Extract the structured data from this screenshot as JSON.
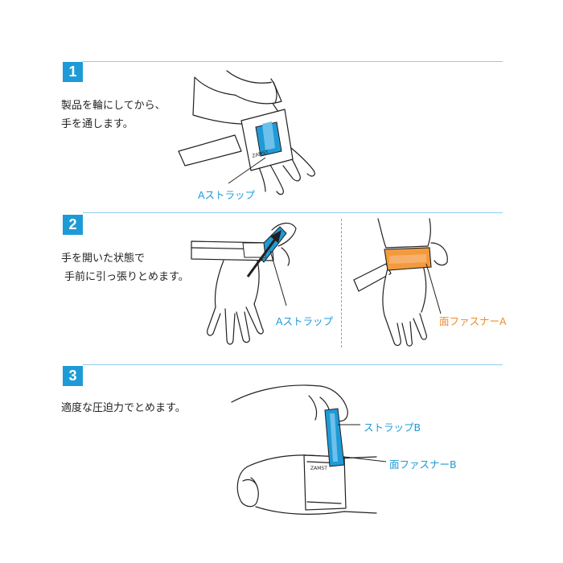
{
  "colors": {
    "accent": "#1e9bd7",
    "fastener": "#ef8a2b",
    "line": "#8fcdee"
  },
  "steps": [
    {
      "number": "1",
      "lines": [
        "製品を輪にしてから、",
        "手を通します。"
      ]
    },
    {
      "number": "2",
      "lines": [
        "手を開いた状態で",
        "手前に引っ張りとめます。"
      ]
    },
    {
      "number": "3",
      "lines": [
        "適度な圧迫力でとめます。"
      ]
    }
  ],
  "callouts": {
    "step1_strap": "Aストラップ",
    "step2_strap": "Aストラップ",
    "step2_fastener": "面ファスナーA",
    "step3_strap": "ストラップB",
    "step3_fastener": "面ファスナーB"
  },
  "product": {
    "brand": "ZAMST"
  }
}
